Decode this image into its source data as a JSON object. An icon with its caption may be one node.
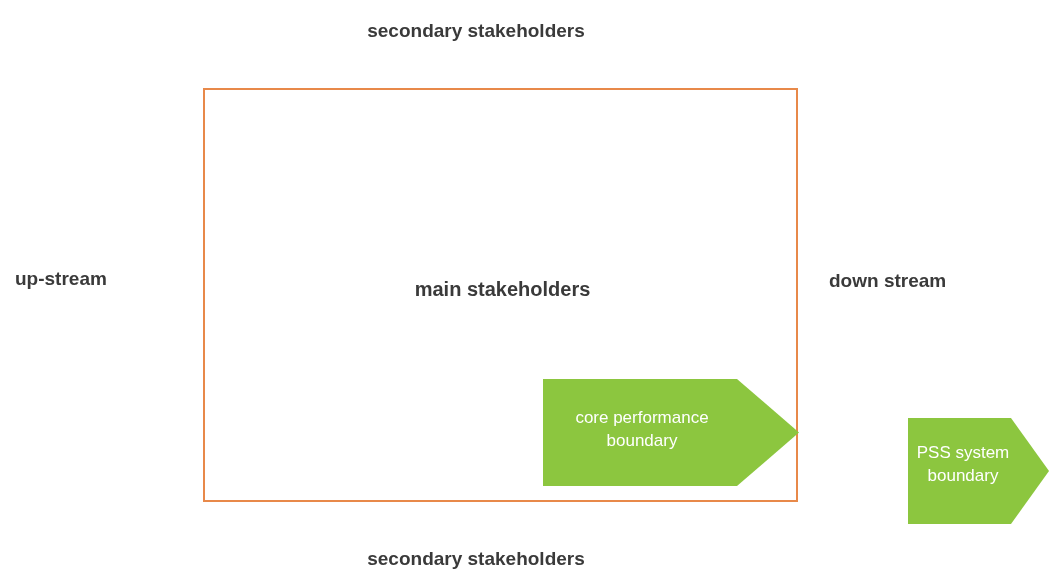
{
  "diagram": {
    "nodes": [
      {
        "text": [
          "main stakeholders"
        ]
      },
      {
        "text": [
          "core performance boundary"
        ],
        "in": 0
      },
      {
        "text": [
          "PSS system boundary"
        ]
      }
    ],
    "labels": [
      "secondary stakeholders",
      "up-stream",
      "down stream",
      "secondary stakeholders"
    ]
  }
}
